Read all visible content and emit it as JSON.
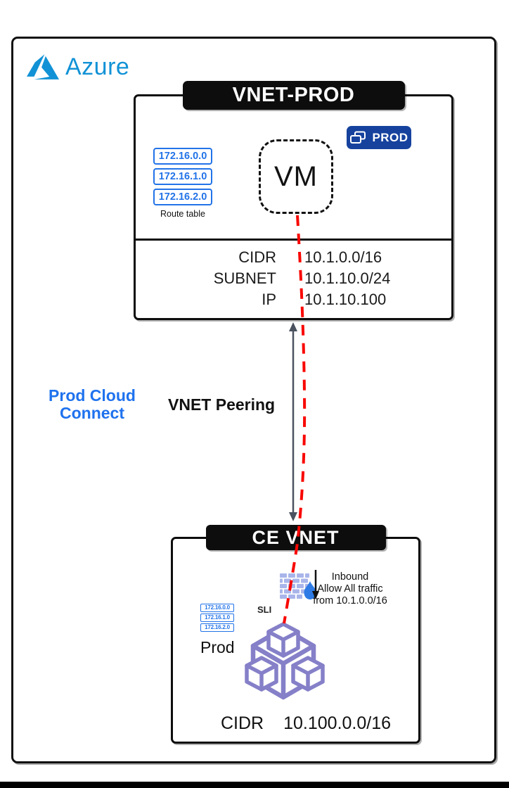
{
  "diagram_type": "azure-vnet-peering-network-diagram",
  "colors": {
    "azure_blue": "#1192d6",
    "route_table_blue": "#2273e8",
    "badge_blue": "#16429e",
    "connect_blue": "#1f72ee",
    "red_traffic_line": "#f90600",
    "gray_peering_arrow": "#4a5260",
    "purple_cluster": "#8580c8",
    "firewall_brick": "#a9b5ea",
    "firewall_flame": "#2e7be5",
    "box_black": "#0d0d0d"
  },
  "logo": {
    "text": "Azure",
    "icon": "azure-triangle-icon"
  },
  "vnet_prod": {
    "title": "VNET-PROD",
    "badge": {
      "label": "PROD",
      "icon": "overlapping-windows-icon"
    },
    "vm_label": "VM",
    "route_table": {
      "entries": [
        "172.16.0.0",
        "172.16.1.0",
        "172.16.2.0"
      ],
      "caption": "Route table"
    },
    "details": [
      {
        "label": "CIDR",
        "value": "10.1.0.0/16"
      },
      {
        "label": "SUBNET",
        "value": "10.1.10.0/24"
      },
      {
        "label": "IP",
        "value": "10.1.10.100"
      }
    ]
  },
  "connection": {
    "left_label_lines": [
      "Prod Cloud",
      "Connect"
    ],
    "center_label": "VNET Peering",
    "arrow": "double-headed-vertical-arrow"
  },
  "ce_vnet": {
    "title": "CE VNET",
    "firewall_icon": "brick-wall-flame-icon",
    "inbound_note_lines": [
      "Inbound",
      "Allow All traffic",
      "from 10.1.0.0/16"
    ],
    "interface_label": "SLI",
    "route_table": {
      "entries": [
        "172.16.0.0",
        "172.16.1.0",
        "172.16.2.0"
      ],
      "caption": "Prod"
    },
    "cluster_icon": "cubes-3d-icon",
    "details": [
      {
        "label": "CIDR",
        "value": "10.100.0.0/16"
      }
    ]
  }
}
